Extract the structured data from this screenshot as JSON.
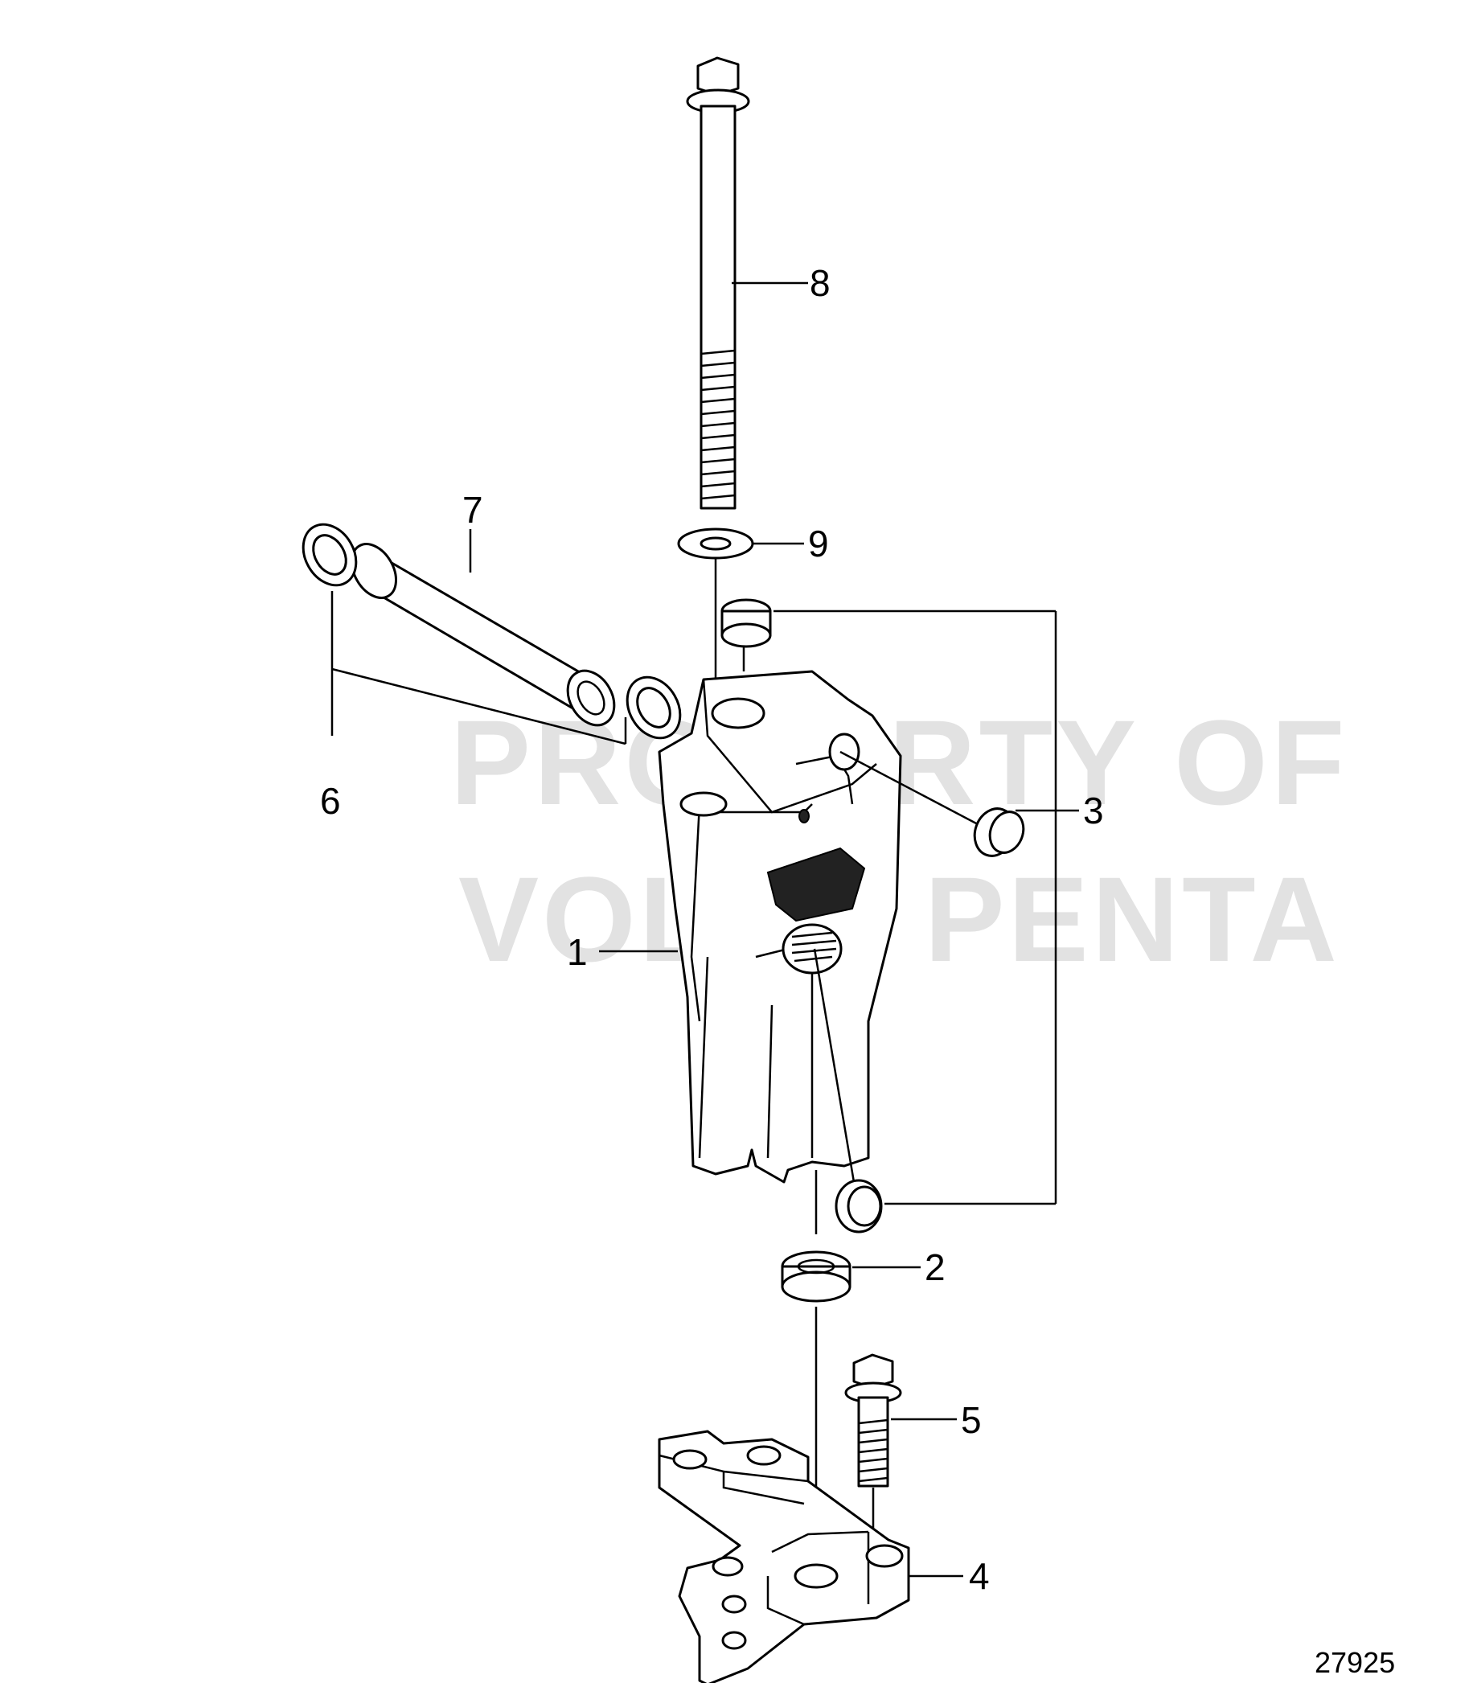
{
  "figure_number": "27925",
  "watermark": {
    "line1": "PROPERTY OF",
    "line2": "VOLVO PENTA"
  },
  "callouts": [
    {
      "id": "1",
      "label": "1"
    },
    {
      "id": "2",
      "label": "2"
    },
    {
      "id": "3",
      "label": "3"
    },
    {
      "id": "4",
      "label": "4"
    },
    {
      "id": "5",
      "label": "5"
    },
    {
      "id": "6",
      "label": "6"
    },
    {
      "id": "7",
      "label": "7"
    },
    {
      "id": "8",
      "label": "8"
    },
    {
      "id": "9",
      "label": "9"
    }
  ]
}
